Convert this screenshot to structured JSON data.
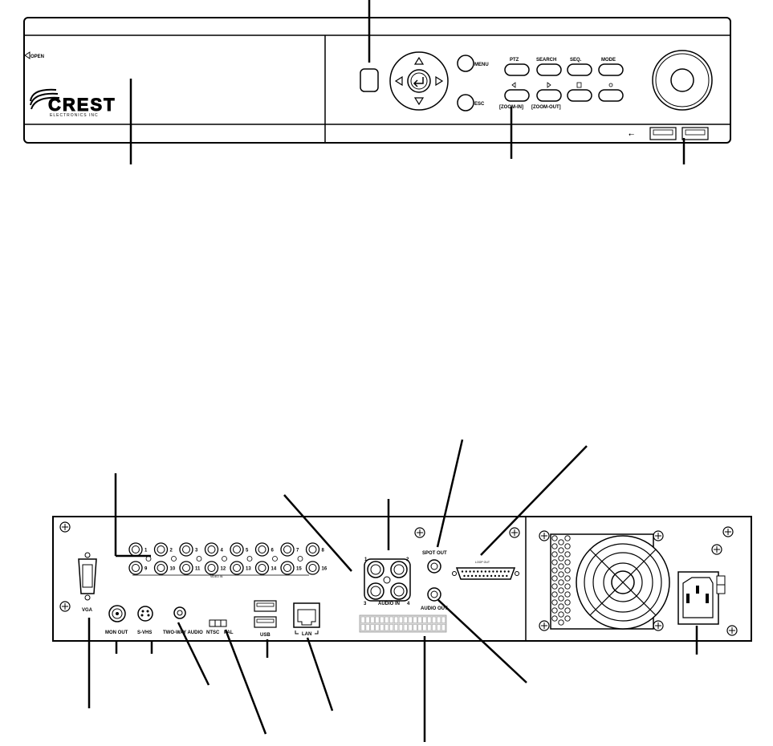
{
  "front_panel": {
    "tray_label": "OPEN",
    "logo_name": "CREST",
    "logo_sub": "ELECTRONICS INC",
    "buttons": {
      "menu": "MENU",
      "esc": "ESC",
      "ptz": "PTZ",
      "search": "SEARCH",
      "seq": "SEQ.",
      "mode": "MODE"
    },
    "zoom_in_label": "[ZOOM-IN]",
    "zoom_out_label": "[ZOOM-OUT]"
  },
  "rear_panel": {
    "video_in_numbers": [
      "1",
      "2",
      "3",
      "4",
      "5",
      "6",
      "7",
      "8",
      "9",
      "10",
      "11",
      "12",
      "13",
      "14",
      "15",
      "16"
    ],
    "video_in_caption": "VIDEO IN",
    "vga": "VGA",
    "mon_out": "MON OUT",
    "svhs": "S-VHS",
    "two_way_audio": "TWO-WAY AUDIO",
    "ntsc": "NTSC",
    "pal": "PAL",
    "usb": "USB",
    "lan": "LAN",
    "audio_in": "AUDIO IN",
    "audio_in_numbers": [
      "1",
      "2",
      "3",
      "4"
    ],
    "spot_out": "SPOT OUT",
    "audio_out": "AUDIO OUT",
    "loop_out": "LOOP OUT"
  },
  "colors": {
    "line": "#000000",
    "background": "#ffffff",
    "panel_gray": "#d9d9d9"
  }
}
